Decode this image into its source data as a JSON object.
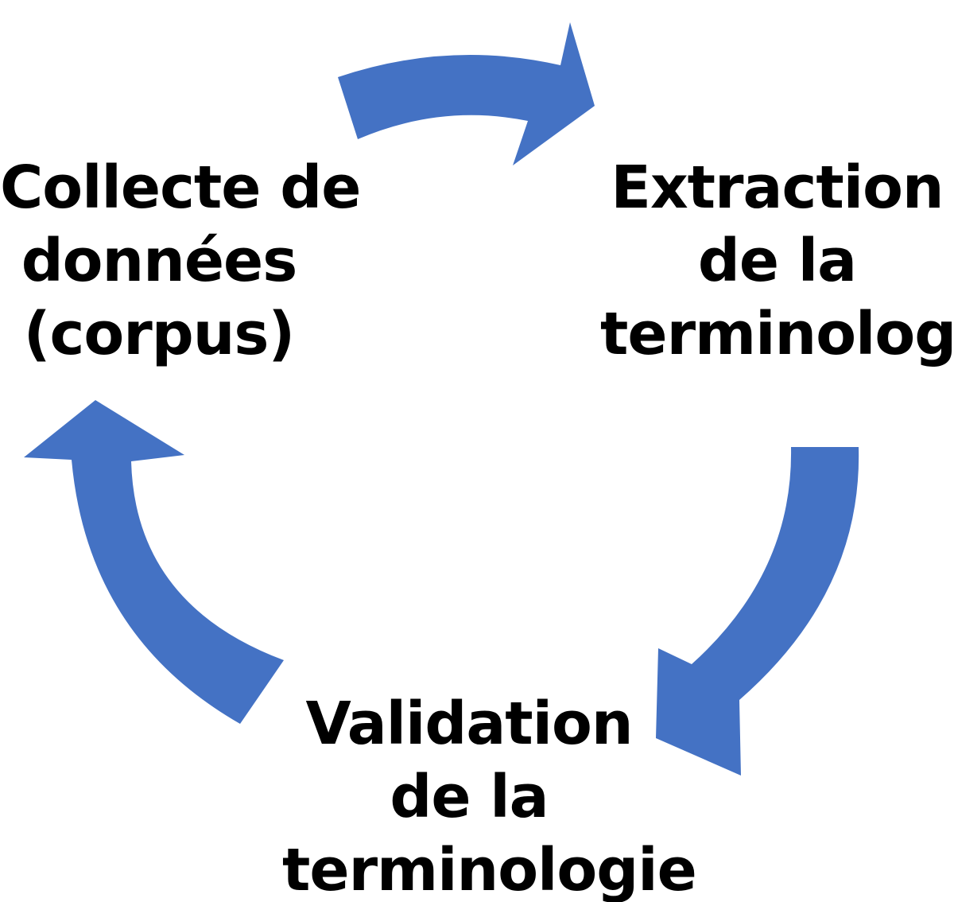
{
  "diagram": {
    "arrow_color": "#4472C4",
    "text_color": "#000000",
    "nodes": [
      {
        "id": "collect",
        "lines": [
          "Collecte de",
          "données",
          "(corpus)"
        ]
      },
      {
        "id": "extract",
        "lines": [
          "Extraction",
          "de la",
          "terminologie"
        ]
      },
      {
        "id": "validate",
        "lines": [
          "Validation",
          "de la",
          "terminologie"
        ]
      }
    ],
    "arrows": [
      {
        "from": "collect",
        "to": "extract"
      },
      {
        "from": "extract",
        "to": "validate"
      },
      {
        "from": "validate",
        "to": "collect"
      }
    ]
  }
}
